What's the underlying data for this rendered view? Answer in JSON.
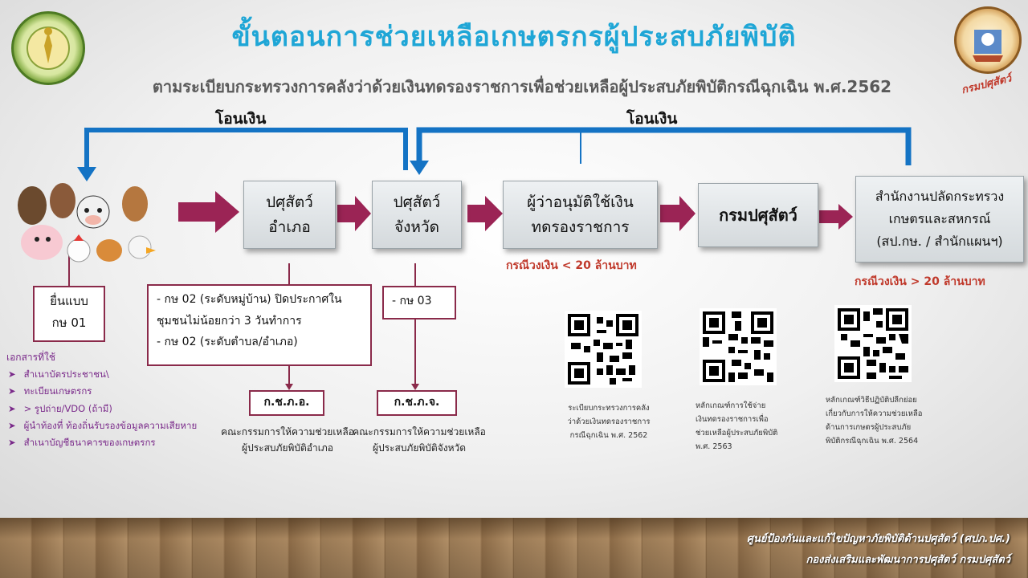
{
  "title": "ขั้นตอนการช่วยเหลือเกษตรกรผู้ประสบภัยพิบัติ",
  "subtitle": "ตามระเบียบกระทรวงการคลังว่าด้วยเงินทดรองราชการเพื่อช่วยเหลือผู้ประสบภัยพิบัติกรณีฉุกเฉิน พ.ศ.2562",
  "logo_right_text": "กรมปศุสัตว์",
  "transfer_left": "โอนเงิน",
  "transfer_right": "โอนเงิน",
  "nodes": {
    "district": [
      "ปศุสัตว์",
      "อำเภอ"
    ],
    "province": [
      "ปศุสัตว์",
      "จังหวัด"
    ],
    "governor": [
      "ผู้ว่าอนุมัติใช้เงิน",
      "ทดรองราชการ"
    ],
    "dld": "กรมปศุสัตว์",
    "ministry": [
      "สำนักงานปลัดกระทรวง",
      "เกษตรและสหกรณ์",
      "(สป.กษ. / สำนักแผนฯ)"
    ]
  },
  "limit_under": "กรณีวงเงิน < 20 ล้านบาท",
  "limit_over": "กรณีวงเงิน > 20 ล้านบาท",
  "form_box": [
    "ยื่นแบบ",
    "กษ 01"
  ],
  "district_docs": [
    "- กษ 02 (ระดับหมู่บ้าน) ปิดประกาศใน",
    "ชุมชนไม่น้อยกว่า 3 วันทำการ",
    "- กษ 02 (ระดับตำบล/อำเภอ)"
  ],
  "province_docs": "- กษ 03",
  "docs_header": "เอกสารที่ใช้",
  "docs": [
    "สำเนาบัตรประชาชน\\",
    "ทะเบียนเกษตรกร",
    "> รูปถ่าย/VDO (ถ้ามี)",
    "ผู้นำท้องที่ ท้องถิ่นรับรองข้อมูลความเสียหาย",
    "สำเนาบัญชีธนาคารของเกษตรกร"
  ],
  "committee_district": {
    "code": "ก.ช.ภ.อ.",
    "line1": "คณะกรรมการให้ความช่วยเหลือ",
    "line2": "ผู้ประสบภัยพิบัติอำเภอ"
  },
  "committee_province": {
    "code": "ก.ช.ภ.จ.",
    "line1": "คณะกรรมการให้ความช่วยเหลือ",
    "line2": "ผู้ประสบภัยพิบัติจังหวัด"
  },
  "qr_captions": [
    [
      "ระเบียบกระทรวงการคลัง",
      "ว่าด้วยเงินทดรองราชการ",
      "กรณีฉุกเฉิน พ.ศ. 2562"
    ],
    [
      "หลักเกณฑ์การใช้จ่าย",
      "เงินทดรองราชการเพื่อ",
      "ช่วยเหลือผู้ประสบภัยพิบัติ",
      "พ.ศ. 2563"
    ],
    [
      "หลักเกณฑ์วิธีปฏิบัติปลีกย่อย",
      "เกี่ยวกับการให้ความช่วยเหลือ",
      "ด้านการเกษตรผู้ประสบภัย",
      "พิบัติกรณีฉุกเฉิน พ.ศ. 2564"
    ]
  ],
  "footer": [
    "ศูนย์ป้องกันและแก้ไขปัญหาภัยพิบัติด้านปศุสัตว์ (ศปภ.ปศ.)",
    "กองส่งเสริมและพัฒนาการปศุสัตว์ กรมปศุสัตว์"
  ],
  "colors": {
    "title": "#1fa6d6",
    "arrow_blue": "#1473c4",
    "arrow_maroon": "#9b2455",
    "limit_red": "#c0392b",
    "doc_purple": "#7a2a8a"
  }
}
